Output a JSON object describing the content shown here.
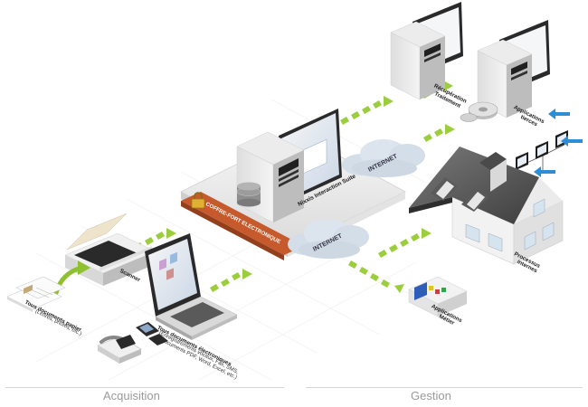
{
  "colors": {
    "arrow": "#9ccd3c",
    "vault": "#c65a2c",
    "cloud": "#d4dee8",
    "blue_arrow": "#2c8fd6"
  },
  "labels": {
    "vault": "COFFRE-FORT ELECTRONIQUE",
    "suite": "Nixxis Interaction Suite",
    "internet_top": "INTERNET",
    "internet_bottom": "INTERNET",
    "scanner": "Scanner",
    "paper_title": "Tous documents papier",
    "paper_sub": "(Lettres, photos, etc.)",
    "electronic_title": "Tous documents électroniques",
    "electronic_sub_1": "(Enregistrements vocaux, Fax, SMS,",
    "electronic_sub_2": "Documents PDF, Word, Excel, etc.)",
    "recuperation_1": "Récupération",
    "recuperation_2": "Traitement",
    "apps_tierces_1": "Applications",
    "apps_tierces_2": "tierces",
    "processus_1": "Processus",
    "processus_2": "internes",
    "apps_metier_1": "Applications",
    "apps_metier_2": "Métier"
  },
  "footer": {
    "left": "Acquisition",
    "right": "Gestion"
  }
}
